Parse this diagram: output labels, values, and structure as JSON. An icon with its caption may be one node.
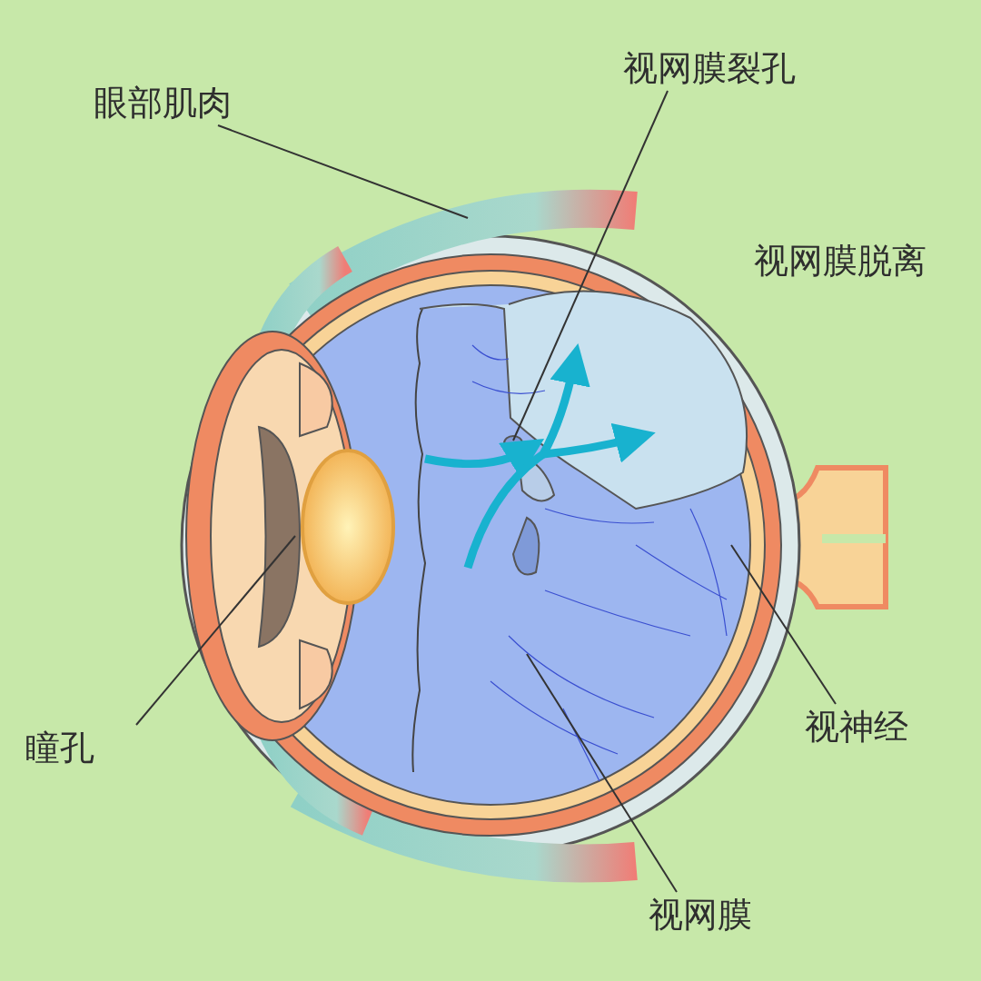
{
  "diagram": {
    "nodes": [
      {
        "text": [
          "眼部肌肉"
        ]
      },
      {
        "text": [
          "视网膜裂孔"
        ]
      },
      {
        "text": [
          "瞳孔"
        ]
      },
      {
        "text": [
          "视神经"
        ]
      },
      {
        "text": [
          "视网膜"
        ]
      }
    ],
    "edges": [
      {
        "from": 0,
        "to": null,
        "arrow": "none"
      },
      {
        "from": 1,
        "to": null,
        "arrow": "none"
      },
      {
        "from": 2,
        "to": null,
        "arrow": "none"
      },
      {
        "from": 3,
        "to": null,
        "arrow": "none"
      },
      {
        "from": 4,
        "to": null,
        "arrow": "none"
      }
    ],
    "labels": [
      "视网膜脱离"
    ]
  }
}
